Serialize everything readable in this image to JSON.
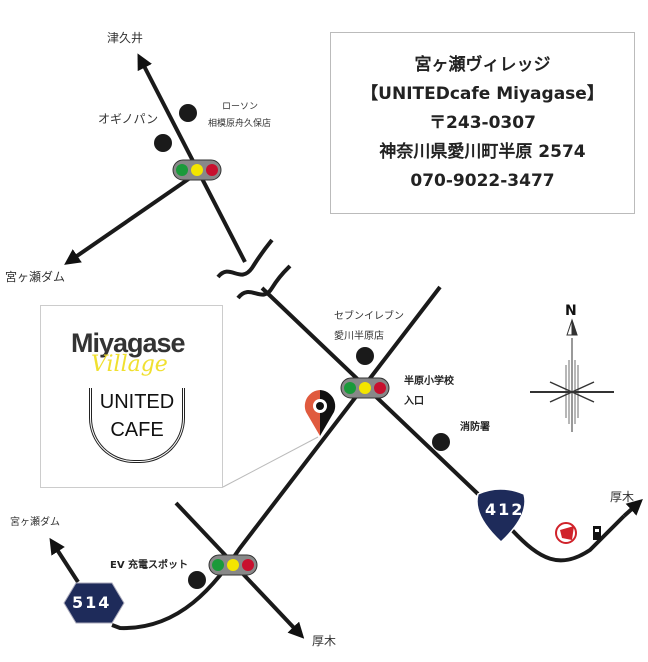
{
  "info": {
    "name": "宮ヶ瀬ヴィレッジ",
    "subname": "【UNITEDcafe Miyagase】",
    "postal": "〒243-0307",
    "address": "神奈川県愛川町半原 2574",
    "phone": "070-9022-3477"
  },
  "logo": {
    "line1": "Miyagase",
    "line2": "Village",
    "emblem_top": "UNITED",
    "emblem_bottom": "CAFE"
  },
  "labels": {
    "tsukui": "津久井",
    "oginopan": "オギノパン",
    "lawson_1": "ローソン",
    "lawson_2": "相模原舟久保店",
    "miyagase_dam_top": "宮ヶ瀬ダム",
    "seven_1": "セブンイレブン",
    "seven_2": "愛川半原店",
    "school_1": "半原小学校",
    "school_2": "入口",
    "fire": "消防署",
    "atsugi_right": "厚木",
    "miyagase_dam_bottom": "宮ヶ瀬ダム",
    "ev": "EV 充電スポット",
    "atsugi_bottom": "厚木",
    "compass_n": "N"
  },
  "routes": {
    "r412": "412",
    "r514": "514"
  },
  "colors": {
    "shield": "#1e2b5a",
    "pin": "#e05a3e",
    "green": "#1a9a3a",
    "yellow": "#f3e500",
    "red": "#c8102e"
  }
}
